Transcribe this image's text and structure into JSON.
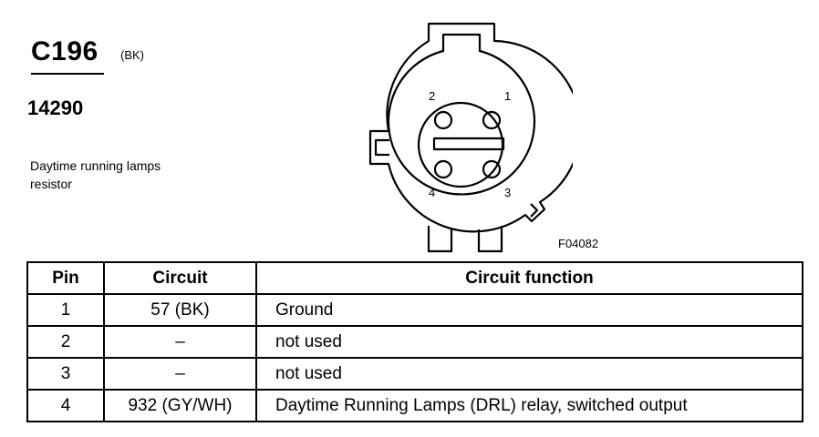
{
  "connector": {
    "id": "C196",
    "color": "(BK)",
    "part_number": "14290",
    "component_name": "Daytime running lamps resistor",
    "figure_id": "F04082",
    "cavity_labels": [
      "1",
      "2",
      "3",
      "4"
    ]
  },
  "pin_table": {
    "headers": [
      "Pin",
      "Circuit",
      "Circuit function"
    ],
    "rows": [
      {
        "pin": "1",
        "circuit": "57 (BK)",
        "function": "Ground"
      },
      {
        "pin": "2",
        "circuit": "–",
        "function": "not used"
      },
      {
        "pin": "3",
        "circuit": "–",
        "function": "not used"
      },
      {
        "pin": "4",
        "circuit": "932 (GY/WH)",
        "function": "Daytime Running Lamps (DRL) relay, switched output"
      }
    ]
  }
}
